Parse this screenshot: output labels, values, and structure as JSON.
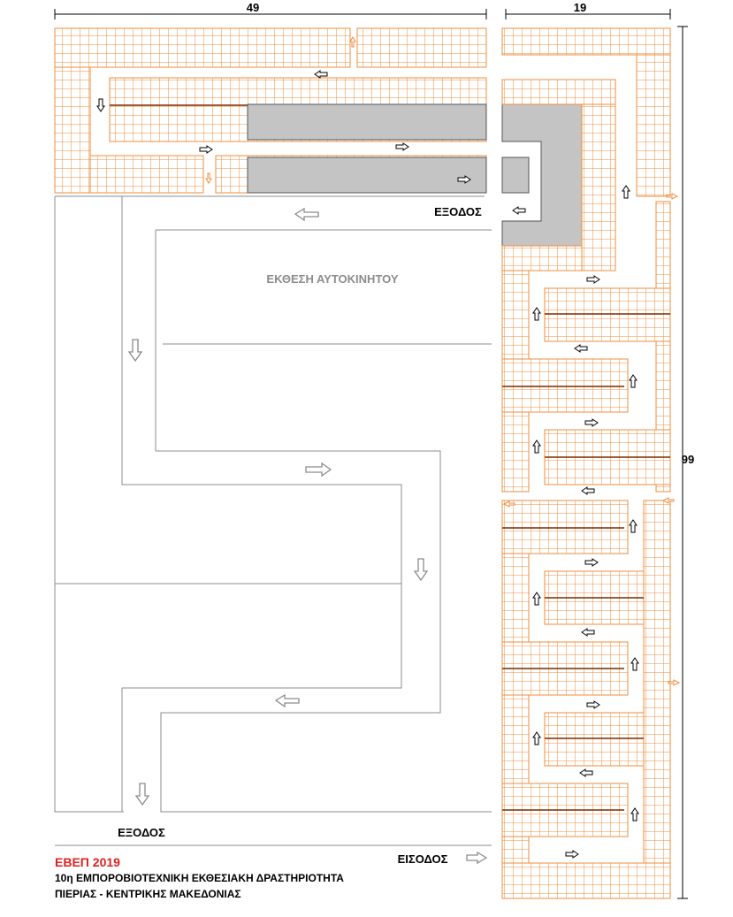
{
  "dimensions": {
    "width_label": "49",
    "right_width_label": "19",
    "height_label": "99"
  },
  "labels": {
    "exhibit_area": "ΕΚΘΕΣΗ ΑΥΤΟΚΙΝΗΤΟΥ",
    "exit_top": "ΕΞΟΔΟΣ",
    "exit_bottom": "ΕΞΟΔΟΣ",
    "entrance": "ΕΙΣΟΔΟΣ"
  },
  "footer": {
    "org": "ΕΒΕΠ 2019",
    "line1": "10η ΕΜΠΟΡΟΒΙΟΤΕΧΝΙΚΗ ΕΚΘΕΣΙΑΚΗ ΔΡΑΣΤΗΡΙΟΤΗΤΑ",
    "line2": "ΠΙΕΡΙΑΣ - ΚΕΝΤΡΙΚΗΣ ΜΑΚΕΔΟΝΙΑΣ"
  },
  "colors": {
    "stand_grid": "#f08c3c",
    "stand_fill": "#ffffff",
    "reserved_fill": "#c4c4c4",
    "arrow": "#000000",
    "hollow_arrow": "#8c8c8c",
    "footer_org": "#e02020"
  }
}
